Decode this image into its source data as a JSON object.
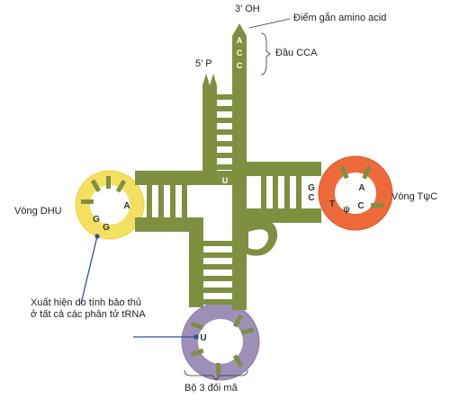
{
  "labels": {
    "three_prime": "3’ OH",
    "five_prime": "5’ P",
    "amino_site": "Điểm gắn amino acid",
    "cca_end": "Đầu CCA",
    "dhu_loop": "Vòng DHU",
    "tpsic_loop": "Vòng TψC",
    "anticodon": "Bộ 3 đối mã",
    "conserved_note": "Xuất hiện do tính bảo thủ ở tất cả các phân tử tRNA"
  },
  "bases": {
    "acceptor": [
      "A",
      "C",
      "C"
    ],
    "hinge_u": "U",
    "dhu": [
      "A",
      "G",
      "G"
    ],
    "tpsic": [
      "G",
      "C",
      "T",
      "ψ",
      "C",
      "A"
    ],
    "anticodon_u": "U"
  },
  "colors": {
    "stem": "#7e9040",
    "stem_dark": "#5a6a2a",
    "dhu_loop": "#f4e060",
    "tpsic_loop": "#ee6a3a",
    "anticodon_loop": "#9d8fb8",
    "pointer": "#2f4f9f"
  }
}
